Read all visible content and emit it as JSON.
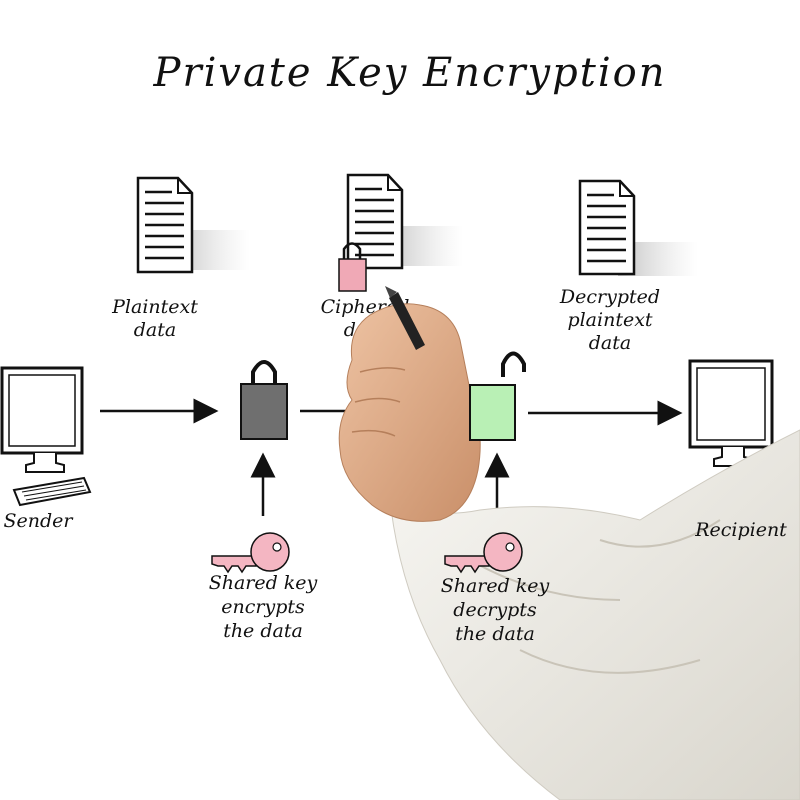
{
  "title": "Private Key Encryption",
  "labels": {
    "plaintext": [
      "Plaintext",
      "data"
    ],
    "ciphered": [
      "Ciphered",
      "data"
    ],
    "decrypted": [
      "Decrypted",
      "plaintext",
      "data"
    ],
    "sender": "Sender",
    "recipient": "Recipient",
    "encrypt_key": [
      "Shared key",
      "encrypts",
      "the data"
    ],
    "decrypt_key": [
      "Shared key",
      "decrypts",
      "the data"
    ]
  },
  "colors": {
    "locked_padlock": "#6f6f6f",
    "unlocked_padlock": "#b9f0b5",
    "key": "#f4b6c2",
    "ciphered_lock": "#f0a9b6",
    "sleeve": "#f1efe9",
    "skin": "#e2b08c"
  },
  "icons": [
    "document-icon",
    "padlock-locked-icon",
    "padlock-unlocked-icon",
    "computer-icon",
    "key-icon",
    "arrow-icon",
    "hand-with-marker"
  ]
}
